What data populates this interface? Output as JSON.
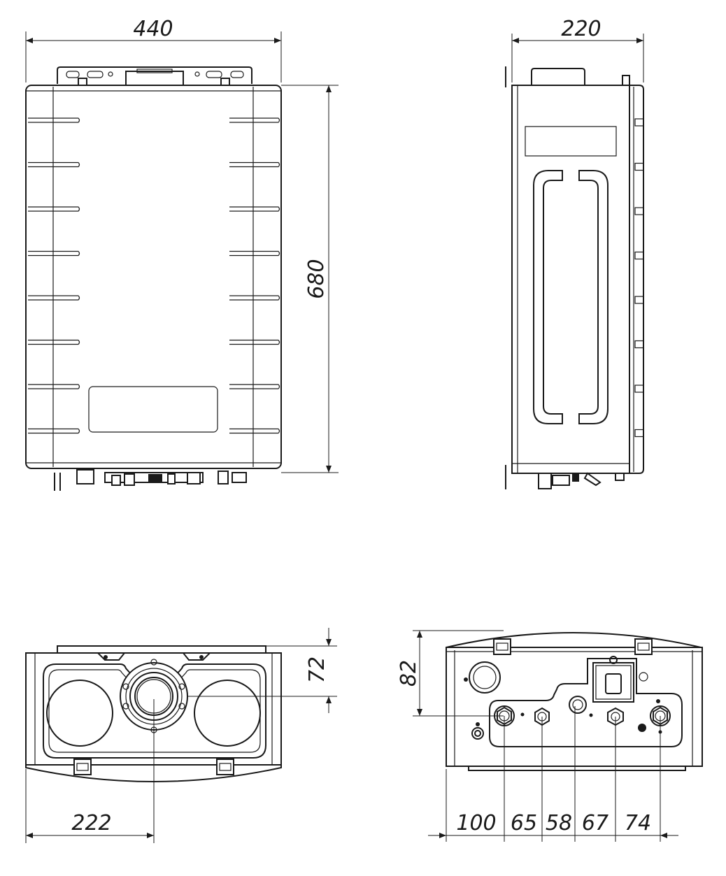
{
  "front_view": {
    "width_dim": "440",
    "height_dim": "680"
  },
  "side_view": {
    "depth_dim": "220"
  },
  "top_view": {
    "flue_offset_dim": "72",
    "flue_position_dim": "222"
  },
  "bottom_view": {
    "depth_dim": "82",
    "connection_spacings": [
      "100",
      "65",
      "58",
      "67",
      "74"
    ]
  }
}
